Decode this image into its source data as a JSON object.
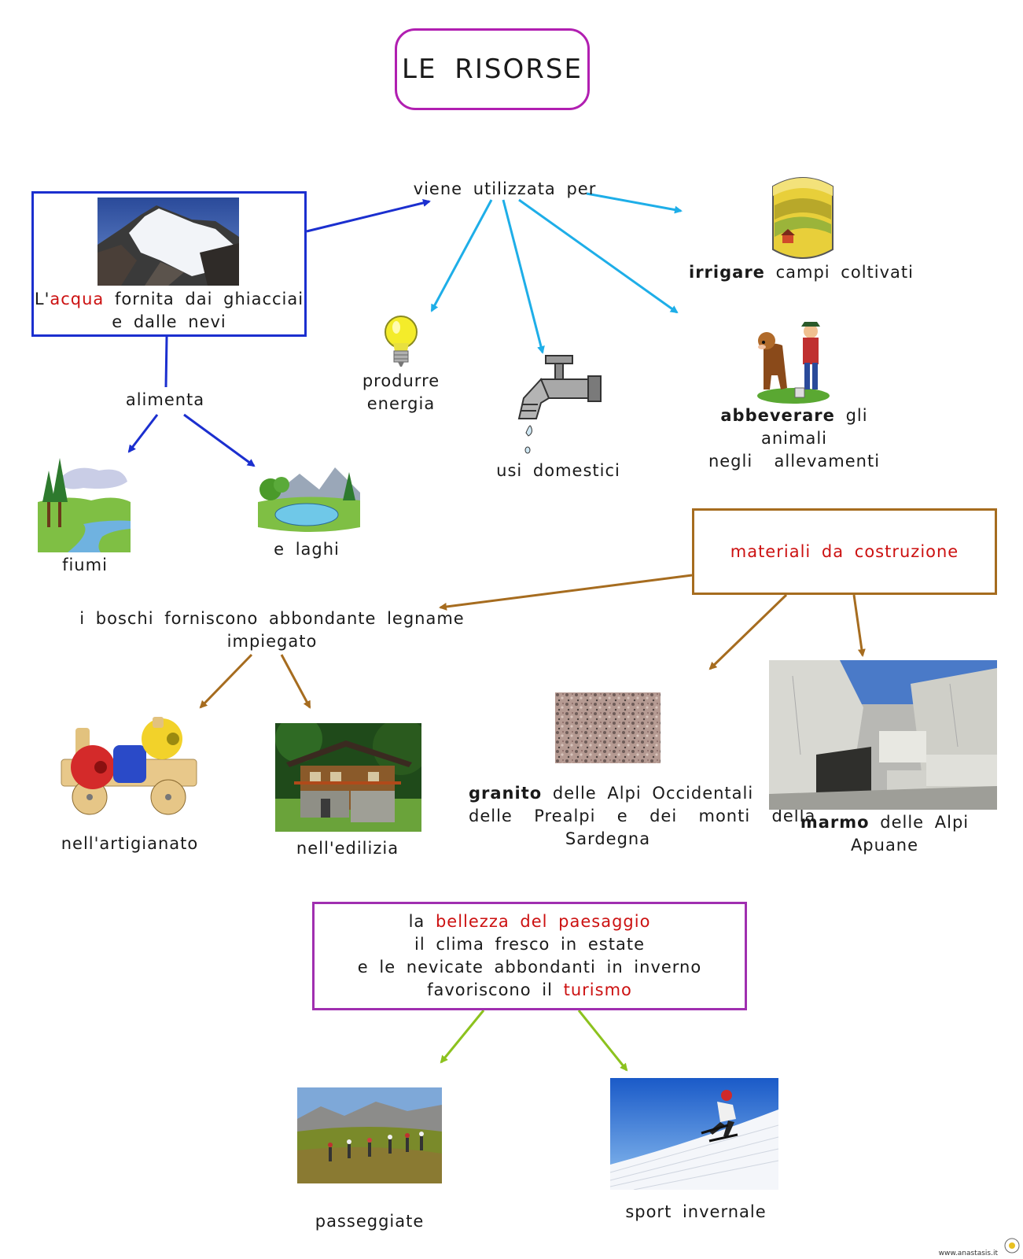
{
  "title": "LE  RISORSE",
  "water": {
    "text_before": "L'",
    "highlight": "acqua",
    "text_after": " fornita  dai  ghiacciai",
    "line2": "e  dalle  nevi"
  },
  "uses": {
    "header": "viene  utilizzata  per",
    "energy": "produrre\nenergia",
    "domestic": "usi  domestici",
    "irrigate_bold": "irrigare",
    "irrigate_rest": "  campi  coltivati",
    "water_animals_bold": "abbeverare",
    "water_animals_rest": "  gli",
    "water_animals_lines": "animali\nnegli  allevamenti"
  },
  "feeds": {
    "label": "alimenta",
    "rivers": "fiumi",
    "lakes": "e  laghi"
  },
  "materials": {
    "box": "materiali  da  costruzione",
    "woods_line1": "i  boschi   forniscono   abbondante  legname",
    "woods_line2": "impiegato",
    "crafts": "nell'artigianato",
    "building": "nell'edilizia",
    "granite_bold": "granito",
    "granite_rest": "  delle  Alpi  Occidentali",
    "granite_lines": "delle  Prealpi  e  dei  monti  della\nSardegna",
    "marble_bold": "marmo",
    "marble_rest": "  delle  Alpi",
    "marble_line2": "Apuane"
  },
  "tourism": {
    "line1_pre": "la  ",
    "line1_red": "bellezza  del  paesaggio",
    "line2": "il  clima  fresco  in  estate",
    "line3": "e le  nevicate  abbondanti  in  inverno",
    "line4_pre": "favoriscono  il  ",
    "line4_red": "turismo",
    "walks": "passeggiate",
    "winter_sports": "sport  invernale"
  },
  "footer": "www.anastasis.it",
  "colors": {
    "title_border": "#b11fb1",
    "water_border": "#1b2fcf",
    "materials_border": "#a66c1f",
    "tourism_border": "#a02fb0",
    "highlight": "#cc1111",
    "arrow_blue": "#1b2fcf",
    "arrow_cyan": "#1eaee8",
    "arrow_brown": "#a66c1f",
    "arrow_green": "#8cc21e"
  },
  "icons": [
    "glacier-photo",
    "wheat-field-icon",
    "light-bulb-icon",
    "water-tap-icon",
    "farmer-cow-icon",
    "river-landscape-icon",
    "lake-landscape-icon",
    "toy-train-icon",
    "mountain-chalet-photo",
    "granite-texture-photo",
    "marble-quarry-photo",
    "hiking-photo",
    "skier-photo",
    "anastasis-logo"
  ]
}
